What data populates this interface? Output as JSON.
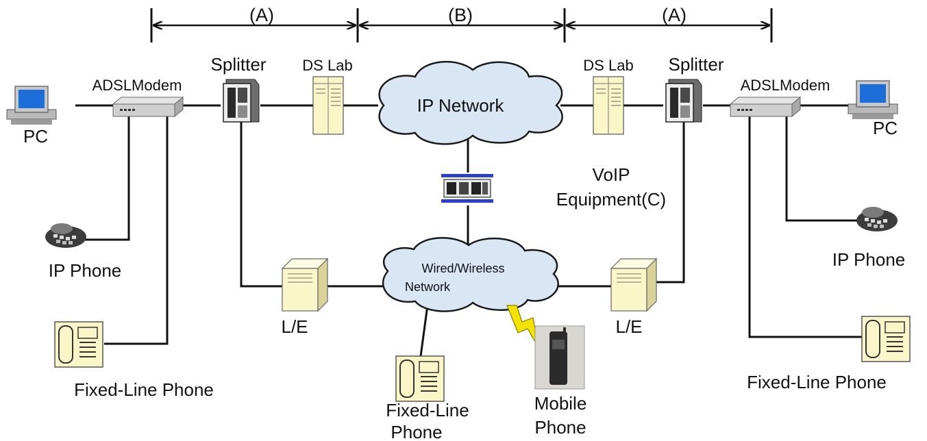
{
  "spans": {
    "left": "(A)",
    "middle": "(B)",
    "right": "(A)"
  },
  "left": {
    "pc": "PC",
    "modem": "ADSLModem",
    "splitter": "Splitter",
    "dslab": "DS Lab",
    "ip_phone": "IP Phone",
    "fixed_phone": "Fixed-Line Phone",
    "exchange": "L/E"
  },
  "right": {
    "pc": "PC",
    "modem": "ADSLModem",
    "splitter": "Splitter",
    "dslab": "DS Lab",
    "ip_phone": "IP Phone",
    "fixed_phone": "Fixed-Line Phone",
    "exchange": "L/E"
  },
  "center": {
    "ip_network": "IP Network",
    "voip_line1": "VoIP",
    "voip_line2": "Equipment(C)",
    "wired_line1": "Wired/Wireless",
    "wired_line2": "Network",
    "fixed_phone_line1": "Fixed-Line",
    "fixed_phone_line2": "Phone",
    "mobile_line1": "Mobile",
    "mobile_line2": "Phone"
  },
  "colors": {
    "cloud_fill": "#d9e6f4",
    "server_fill": "#fbf6c8",
    "voip_accent": "#2a3fd8",
    "lightning": "#f2e400"
  }
}
